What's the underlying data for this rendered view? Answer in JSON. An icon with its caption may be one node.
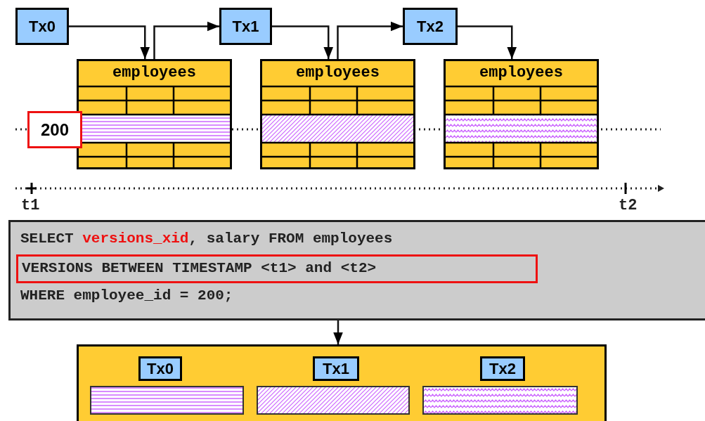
{
  "diagram": {
    "nodes": [
      {
        "text": [
          "Tx0"
        ]
      },
      {
        "text": [
          "Tx1"
        ]
      },
      {
        "text": [
          "Tx2"
        ]
      },
      {
        "text": [
          "employees"
        ]
      },
      {
        "text": [
          "employees"
        ]
      },
      {
        "text": [
          "employees"
        ]
      },
      {
        "text": [
          "200"
        ]
      },
      {
        "text": [
          "SELECT",
          "versions_xid",
          ", salary FROM employees",
          "WHERE employee_id = 200;"
        ]
      },
      {
        "text": [
          "VERSIONS BETWEEN TIMESTAMP <t1> and <t2>"
        ],
        "in": 7
      },
      {
        "text": [],
        "shape": "box"
      },
      {
        "text": [
          "Tx0"
        ],
        "in": 9
      },
      {
        "text": [
          "Tx1"
        ],
        "in": 9
      },
      {
        "text": [
          "Tx2"
        ],
        "in": 9
      },
      {
        "text": [],
        "shape": "bar",
        "in": 9
      },
      {
        "text": [],
        "shape": "bar",
        "in": 9
      },
      {
        "text": [],
        "shape": "bar",
        "in": 9
      }
    ],
    "edges": [
      {
        "from": 0,
        "to": 3,
        "arrow": "to"
      },
      {
        "from": 3,
        "to": 1,
        "arrow": "to"
      },
      {
        "from": 1,
        "to": 4,
        "arrow": "to"
      },
      {
        "from": 4,
        "to": 2,
        "arrow": "to"
      },
      {
        "from": 2,
        "to": 5,
        "arrow": "to"
      },
      {
        "from": 7,
        "to": 9,
        "arrow": "to"
      }
    ],
    "labels": [
      "t1",
      "t2"
    ]
  }
}
